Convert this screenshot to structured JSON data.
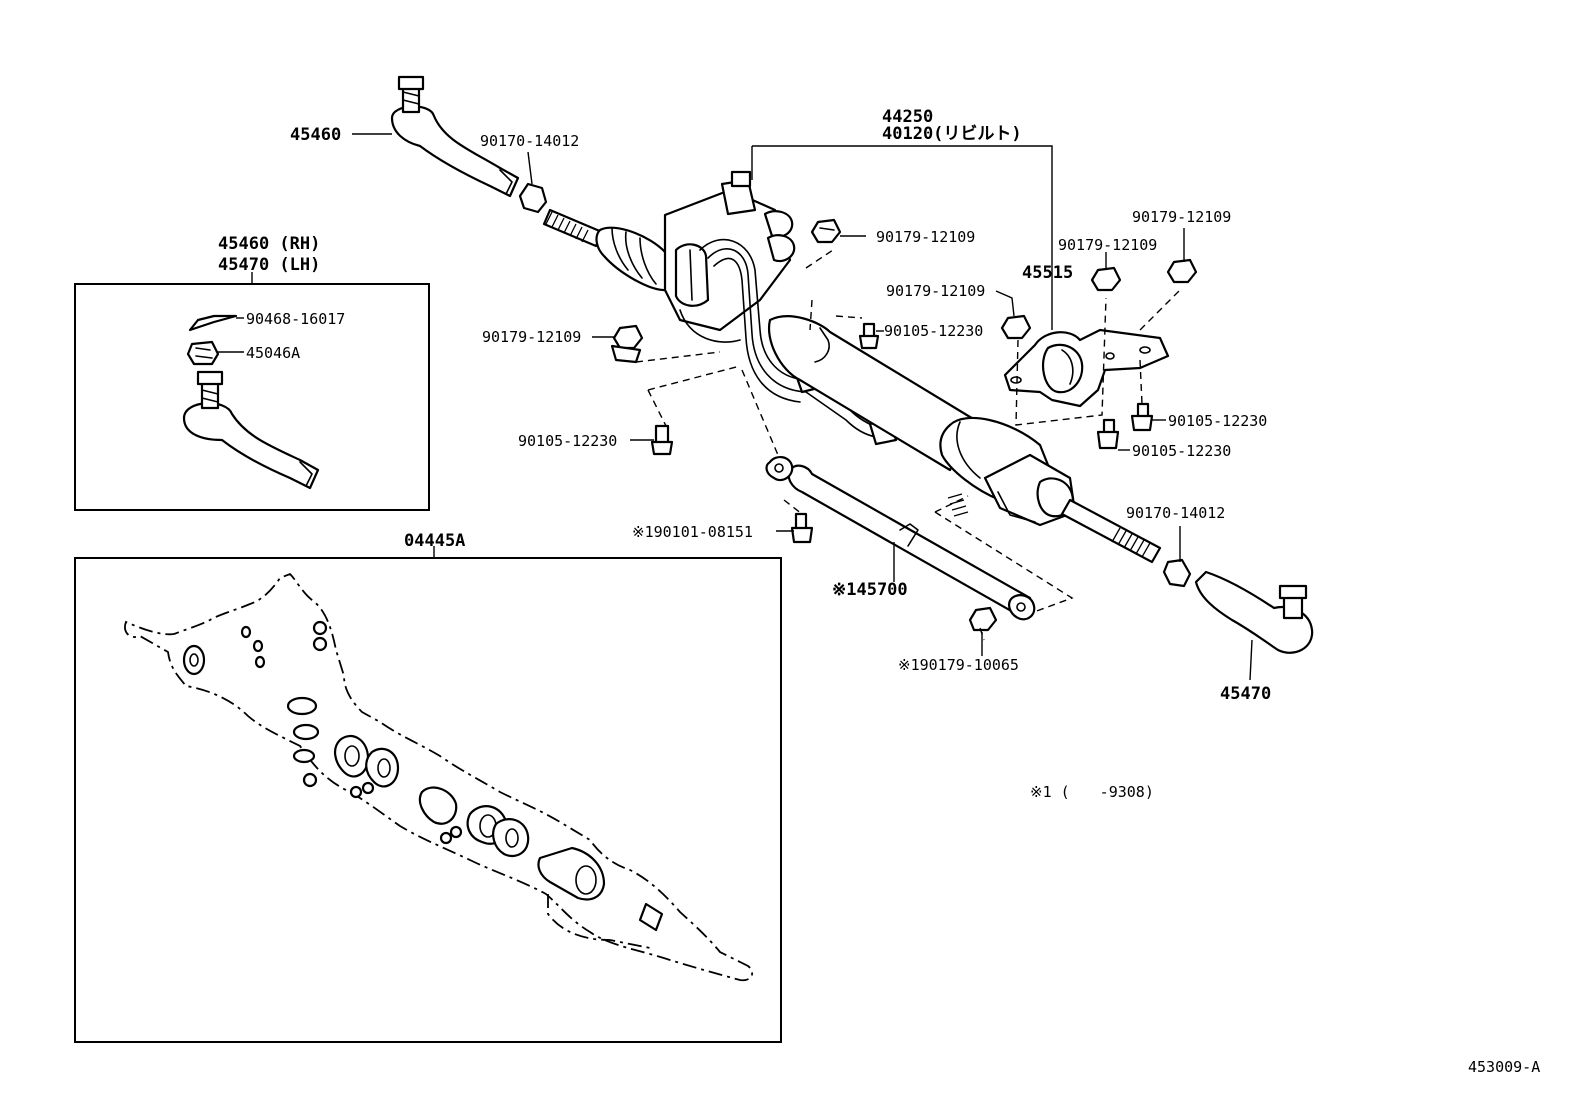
{
  "diagram_id": "453009-A",
  "assembly": {
    "gear_assy": "44250",
    "rebuilt": "40120(リビルト)"
  },
  "labels": {
    "tie_rod_end_top": "45460",
    "tie_rod_end_bottom": "45470",
    "nut_top": "90170-14012",
    "nut_bottom": "90170-14012",
    "bolt_upper_mid": "90179-12109",
    "bolt_left": "90179-12109",
    "bolt_bracket_1": "90179-12109",
    "bolt_bracket_2": "90179-12109",
    "bolt_bracket_3": "90179-12109",
    "bracket": "45515",
    "screw_center": "90105-12230",
    "screw_left": "90105-12230",
    "screw_right_1": "90105-12230",
    "screw_right_2": "90105-12230",
    "damper_bolt": "※190101-08151",
    "damper": "※145700",
    "damper_nut": "※190179-10065",
    "note": "※1 (　　-9308)"
  },
  "inset_tie_rod": {
    "title_rh": "45460 (RH)",
    "title_lh": "45470 (LH)",
    "cotter_pin": "90468-16017",
    "castle_nut": "45046A"
  },
  "inset_gasket_kit": {
    "title": "04445A"
  }
}
